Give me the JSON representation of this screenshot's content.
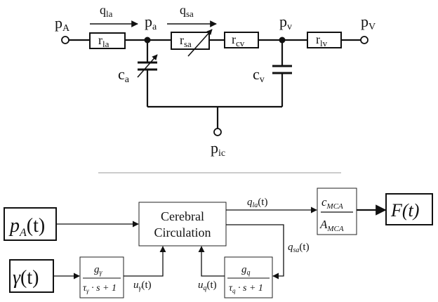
{
  "circuit": {
    "node_pA": {
      "main": "p",
      "sub": "A"
    },
    "node_pa": {
      "main": "p",
      "sub": "a"
    },
    "node_pv": {
      "main": "p",
      "sub": "v"
    },
    "node_pV": {
      "main": "p",
      "sub": "V"
    },
    "node_pic": {
      "main": "p",
      "sub": "ic"
    },
    "flow_qla": {
      "main": "q",
      "sub": "la"
    },
    "flow_qsa": {
      "main": "q",
      "sub": "sa"
    },
    "res_rla": {
      "main": "r",
      "sub": "la"
    },
    "res_rsa": {
      "main": "r",
      "sub": "sa"
    },
    "res_rcv": {
      "main": "r",
      "sub": "cv"
    },
    "res_rlv": {
      "main": "r",
      "sub": "lv"
    },
    "cap_ca": {
      "main": "c",
      "sub": "a"
    },
    "cap_cv": {
      "main": "c",
      "sub": "v"
    }
  },
  "block": {
    "input_pA": {
      "main": "p",
      "sub": "A",
      "arg": "(t)"
    },
    "input_gamma": {
      "main": "γ",
      "arg": "(t)"
    },
    "cerebral_line1": "Cerebral",
    "cerebral_line2": "Circulation",
    "gain_num": {
      "main": "c",
      "sub": "MCA"
    },
    "gain_den": {
      "main": "A",
      "sub": "MCA"
    },
    "output_F": "F(t)",
    "tf_gamma_num": {
      "main": "g",
      "sub": "γ"
    },
    "tf_gamma_den": {
      "tau": "τ",
      "sub": "γ",
      "rest": " · s + 1"
    },
    "tf_q_num": {
      "main": "g",
      "sub": "q"
    },
    "tf_q_den": {
      "tau": "τ",
      "sub": "q",
      "rest": " · s + 1"
    },
    "sig_qla": {
      "main": "q",
      "sub": "la",
      "arg": "(t)"
    },
    "sig_qsa": {
      "main": "q",
      "sub": "sa",
      "arg": "(t)"
    },
    "sig_ugamma": {
      "main": "u",
      "sub": "γ",
      "arg": "(t)"
    },
    "sig_uq": {
      "main": "u",
      "sub": "q",
      "arg": "(t)"
    }
  }
}
